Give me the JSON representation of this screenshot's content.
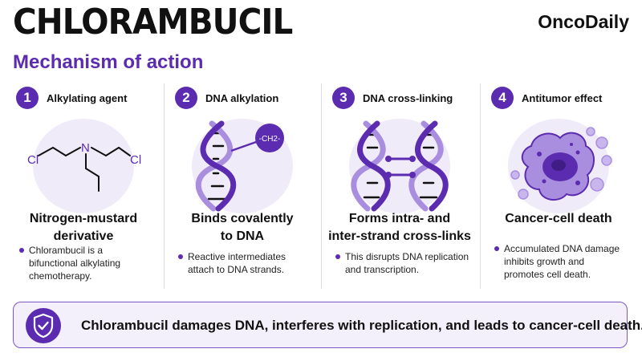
{
  "header": {
    "title": "CHLORAMBUCIL",
    "subtitle": "Mechanism of action",
    "brand": "OncoDaily"
  },
  "steps": [
    {
      "number": "1",
      "label": "Alkylating agent",
      "heading_lines": [
        "Nitrogen-mustard",
        "derivative"
      ],
      "bullet_lines": [
        "Chlorambucil is a",
        "bifunctional alkylating",
        "chemotherapy."
      ],
      "molecule": {
        "left_atom": "Cl",
        "center_atom": "N",
        "right_atom": "Cl"
      }
    },
    {
      "number": "2",
      "label": "DNA alkylation",
      "heading_lines": [
        "Binds covalently",
        "to DNA"
      ],
      "bullet_lines": [
        "Reactive intermediates",
        "attach to DNA strands."
      ],
      "group_label": "-CH2-"
    },
    {
      "number": "3",
      "label": "DNA cross-linking",
      "heading_lines": [
        "Forms intra- and",
        "inter-strand cross-links"
      ],
      "bullet_lines": [
        "This disrupts DNA replication",
        "and transcription."
      ]
    },
    {
      "number": "4",
      "label": "Antitumor effect",
      "heading_lines": [
        "Cancer-cell death"
      ],
      "bullet_lines": [
        "Accumulated DNA damage",
        "inhibits growth and",
        "promotes cell death."
      ]
    }
  ],
  "banner": {
    "text": "Chlorambucil damages DNA, interferes with replication, and leads to cancer-cell death.",
    "icon": "shield-check-icon"
  },
  "icons": {
    "step1": "nitrogen-mustard-molecule-icon",
    "step2": "dna-helix-alkyl-group-icon",
    "step3": "dna-crosslink-icon",
    "step4": "dying-cancer-cell-icon"
  },
  "colors": {
    "accent": "#5b2bb0",
    "accent_light": "#f0ebf8",
    "strand_light": "#a98ee0",
    "text": "#111111"
  }
}
